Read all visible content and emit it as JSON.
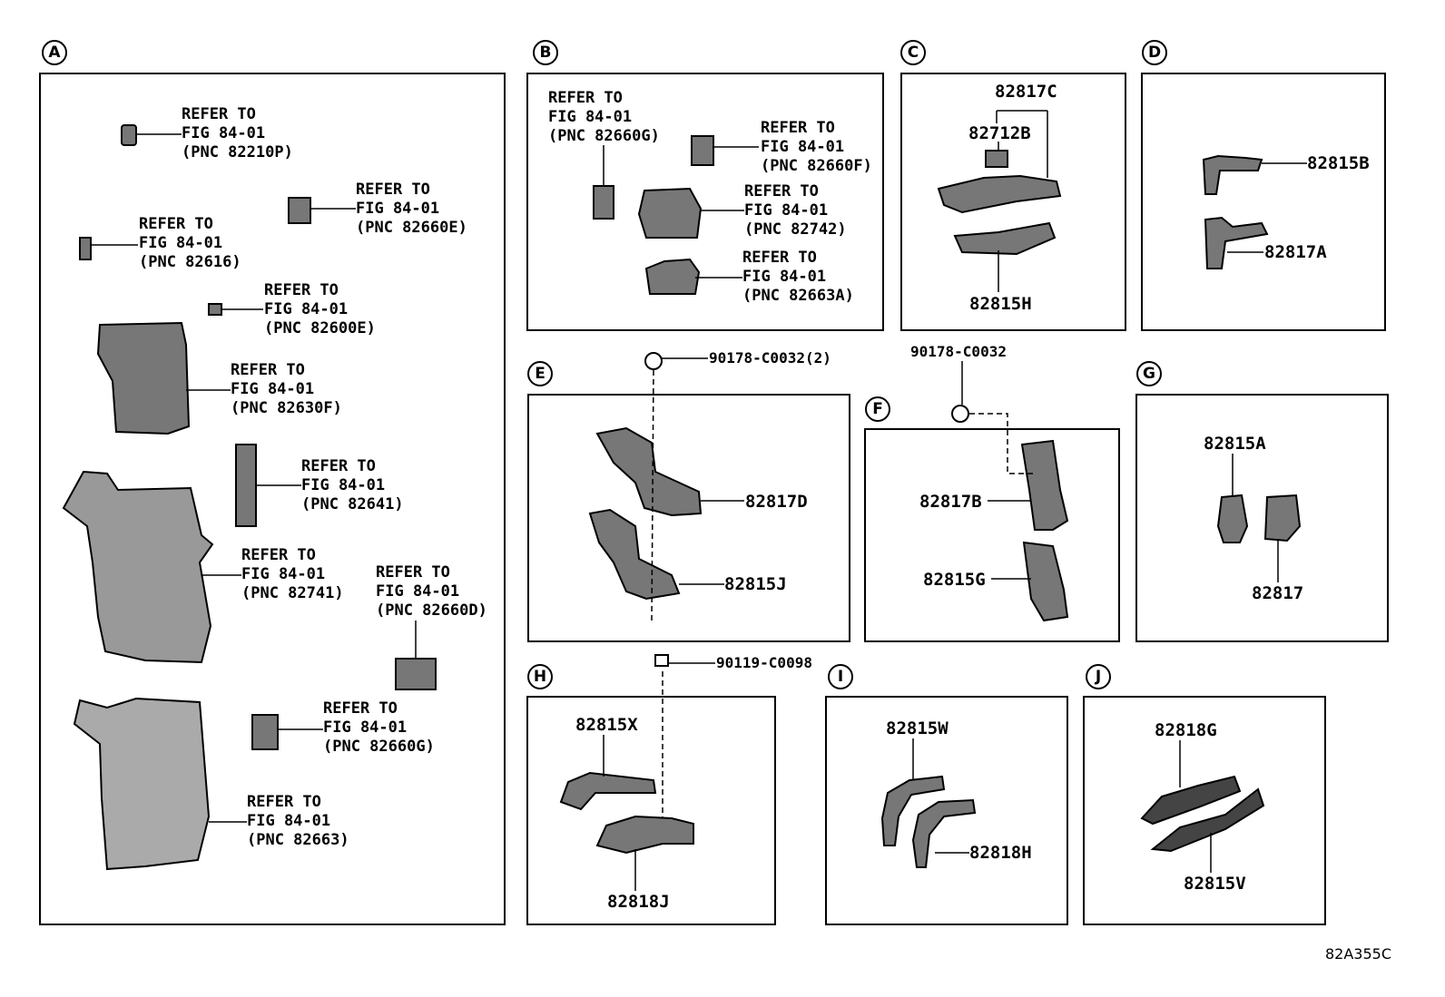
{
  "sections": [
    "A",
    "B",
    "C",
    "D",
    "E",
    "F",
    "G",
    "H",
    "I",
    "J"
  ],
  "refer": {
    "a_82210p": "REFER TO\nFIG 84-01\n(PNC 82210P)",
    "a_82660e": "REFER TO\nFIG 84-01\n(PNC 82660E)",
    "a_82616": "REFER TO\nFIG 84-01\n(PNC 82616)",
    "a_82600e": "REFER TO\nFIG 84-01\n(PNC 82600E)",
    "a_82630f": "REFER TO\nFIG 84-01\n(PNC 82630F)",
    "a_82641": "REFER TO\nFIG 84-01\n(PNC 82641)",
    "a_82741": "REFER TO\nFIG 84-01\n(PNC 82741)",
    "a_82660d": "REFER TO\nFIG 84-01\n(PNC 82660D)",
    "a_82660g": "REFER TO\nFIG 84-01\n(PNC 82660G)",
    "a_82663": "REFER TO\nFIG 84-01\n(PNC 82663)",
    "b_82660g": "REFER TO\nFIG 84-01\n(PNC 82660G)",
    "b_82660f": "REFER TO\nFIG 84-01\n(PNC 82660F)",
    "b_82742": "REFER TO\nFIG 84-01\n(PNC 82742)",
    "b_82663a": "REFER TO\nFIG 84-01\n(PNC 82663A)"
  },
  "parts": {
    "c_82817c": "82817C",
    "c_82712b": "82712B",
    "c_82815h": "82815H",
    "d_82815b": "82815B",
    "d_82817a": "82817A",
    "e_82817d": "82817D",
    "e_82815j": "82815J",
    "f_82817b": "82817B",
    "f_82815g": "82815G",
    "g_82815a": "82815A",
    "g_82817": "82817",
    "h_82815x": "82815X",
    "h_82818j": "82818J",
    "i_82815w": "82815W",
    "i_82818h": "82818H",
    "j_82818g": "82818G",
    "j_82815v": "82815V"
  },
  "fasteners": {
    "e_clip": "90178-C0032(2)",
    "f_clip": "90178-C0032",
    "h_bolt": "90119-C0098"
  },
  "figure_code": "82A355C"
}
